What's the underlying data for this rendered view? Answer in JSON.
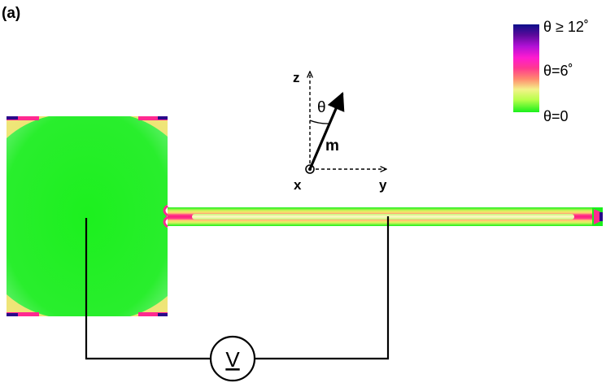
{
  "panel_label": "(a)",
  "axes": {
    "z": "z",
    "y": "y",
    "x": "x",
    "angle": "θ",
    "vector": "m"
  },
  "colorbar": {
    "max_label": "θ ≥ 12˚",
    "mid_label": "θ=6˚",
    "min_label": "θ=0",
    "colors": [
      "#0c0f8a",
      "#5a0a9a",
      "#b211d6",
      "#ff1bd0",
      "#ff3a8f",
      "#ff8a6e",
      "#f4f28a",
      "#b7ff4a",
      "#19f01b"
    ]
  },
  "voltmeter_label": "V",
  "colors": {
    "magnet_base": "#19f01b",
    "edge_hot": "#ff2a90",
    "edge_max": "#1b0a8a",
    "wire": "#000000"
  }
}
